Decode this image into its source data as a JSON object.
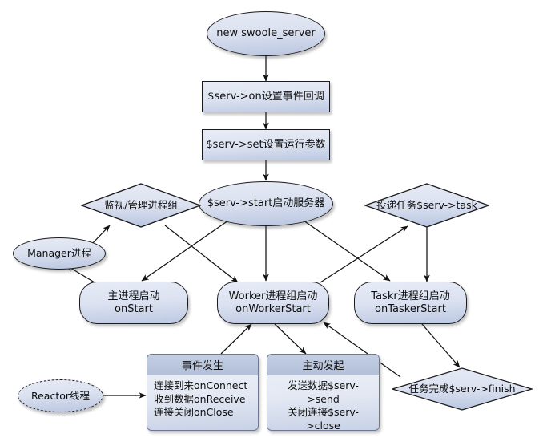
{
  "diagram": {
    "title": "swoole server lifecycle flowchart",
    "colors": {
      "node_fill_top": "#e6eaf5",
      "node_fill_bottom": "#b9c6e0",
      "node_stroke": "#1b1b1b",
      "panel_header": "#b5c2d8",
      "panel_stroke": "#6b7794",
      "edge": "#111111",
      "background": "#ffffff"
    },
    "nodes": {
      "new_server": {
        "label": "new swoole_server",
        "shape": "ellipse"
      },
      "on_callback": {
        "label": "$serv->on设置事件回调",
        "shape": "rectangle"
      },
      "set_params": {
        "label": "$serv->set设置运行参数",
        "shape": "rectangle"
      },
      "start_server": {
        "label": "$serv->start启动服务器",
        "shape": "ellipse"
      },
      "monitor_group": {
        "label": "监视/管理进程组",
        "shape": "diamond"
      },
      "deliver_task": {
        "label": "投递任务$serv->task",
        "shape": "diamond"
      },
      "manager_process": {
        "label": "Manager进程",
        "shape": "ellipse-dashed-shadow"
      },
      "master_start": {
        "label": "主进程启动\nonStart",
        "shape": "rounded-rect"
      },
      "worker_start": {
        "label": "Worker进程组启动\nonWorkerStart",
        "shape": "rounded-rect"
      },
      "tasker_start": {
        "label": "Taskr进程组启动\nonTaskerStart",
        "shape": "rounded-rect"
      },
      "task_finish": {
        "label": "任务完成$serv->finish",
        "shape": "diamond"
      },
      "reactor_thread": {
        "label": "Reactor线程",
        "shape": "ellipse-dashed"
      }
    },
    "panels": {
      "event_occurs": {
        "title": "事件发生",
        "lines": "连接到来onConnect\n收到数据onReceive\n连接关闭onClose"
      },
      "active_initiate": {
        "title": "主动发起",
        "lines": "发送数据$serv->send\n关闭连接$serv->close"
      }
    },
    "edges": [
      {
        "from": "new_server",
        "to": "on_callback",
        "arrow": true
      },
      {
        "from": "on_callback",
        "to": "set_params",
        "arrow": true
      },
      {
        "from": "set_params",
        "to": "start_server",
        "arrow": true
      },
      {
        "from": "start_server",
        "to": "worker_start",
        "arrow": true
      },
      {
        "from": "start_server",
        "to": "master_start",
        "arrow": true
      },
      {
        "from": "start_server",
        "to": "tasker_start",
        "arrow": true
      },
      {
        "from": "monitor_group",
        "to": "worker_start",
        "arrow": true
      },
      {
        "from": "manager_process",
        "to": "monitor_group",
        "arrow": true
      },
      {
        "from": "master_start",
        "to": "manager_process",
        "arrow": true
      },
      {
        "from": "worker_start",
        "to": "deliver_task",
        "arrow": true
      },
      {
        "from": "deliver_task",
        "to": "tasker_start",
        "arrow": true
      },
      {
        "from": "tasker_start",
        "to": "task_finish",
        "arrow": true
      },
      {
        "from": "task_finish",
        "to": "worker_start",
        "arrow": true
      },
      {
        "from": "event_occurs",
        "to": "worker_start",
        "arrow": true
      },
      {
        "from": "worker_start",
        "to": "active_initiate",
        "arrow": true
      },
      {
        "from": "reactor_thread",
        "to": "event_occurs",
        "arrow": true
      }
    ]
  }
}
